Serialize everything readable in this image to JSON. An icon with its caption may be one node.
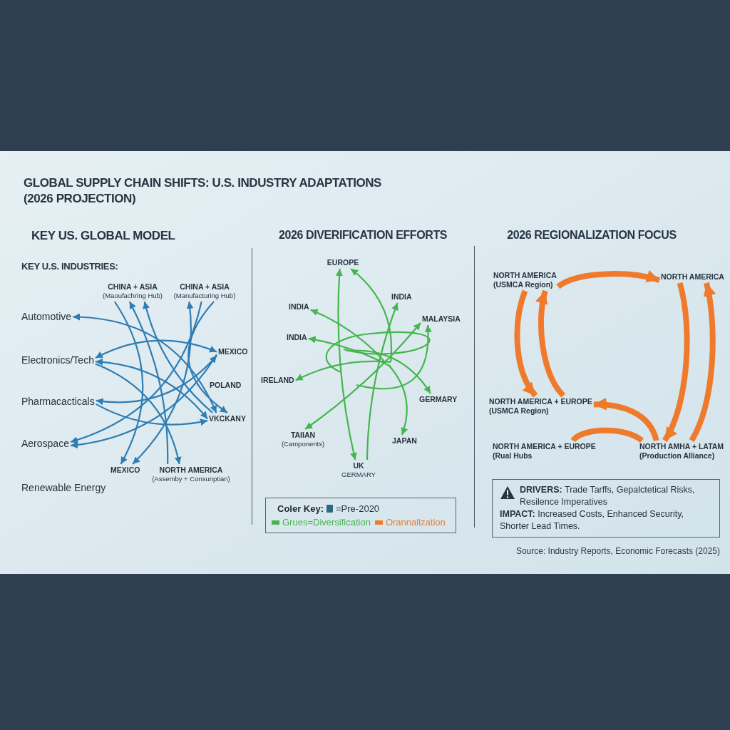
{
  "diagram": {
    "title": "GLOBAL SUPPLY CHAIN SHIFTS: U.S. INDUSTRY ADAPTATIONS (2026 PROJECTION)",
    "nodes": [
      {
        "text": [
          "Automotive"
        ]
      },
      {
        "text": [
          "Electronics/Tech"
        ]
      },
      {
        "text": [
          "Pharmacacticals"
        ]
      },
      {
        "text": [
          "Aerospace"
        ]
      },
      {
        "text": [
          "CHINA + ASIA",
          "(Maoufachring Hub)"
        ]
      },
      {
        "text": [
          "CHINA + ASIA",
          "(Manufacturing Hub)"
        ]
      },
      {
        "text": [
          "MEXICO"
        ]
      },
      {
        "text": [
          "POLAND"
        ]
      },
      {
        "text": [
          "VKCKANY"
        ]
      },
      {
        "text": [
          "MEXICO"
        ]
      },
      {
        "text": [
          "NORTH AMERICA",
          "(Assemby + Consunptian)"
        ]
      },
      {
        "text": [
          "EUROPE"
        ]
      },
      {
        "text": [
          "INDIA"
        ]
      },
      {
        "text": [
          "INDIA"
        ]
      },
      {
        "text": [
          "MALAYSIA"
        ]
      },
      {
        "text": [
          "INDIA"
        ]
      },
      {
        "text": [
          "IRELAND"
        ]
      },
      {
        "text": [
          "GERMARY"
        ]
      },
      {
        "text": [
          "TAIIAN",
          "(Camponents)"
        ]
      },
      {
        "text": [
          "JAPAN"
        ]
      },
      {
        "text": [
          "UK",
          "GERMARY"
        ]
      },
      {
        "text": [
          "NORTH AMERICA",
          "(USMCA Region)"
        ]
      },
      {
        "text": [
          "NORTH AMERICA"
        ]
      },
      {
        "text": [
          "NORTH AMERICA + EUROPE",
          "(USMCA Region)"
        ]
      },
      {
        "text": [
          "NORTH AMERICA + EUROPE",
          "(Rual Hubs"
        ]
      },
      {
        "text": [
          "NORTH AMHA + LATAM",
          "(Production Alliance)"
        ]
      },
      {
        "text": [
          "**DRIVERS:** Trade Tarffs, Gepalctetical Risks, Resilence Imperatives",
          "**IMPACT:** Increased Costs, Enhanced Security, Shorter Lead Times."
        ]
      }
    ],
    "edges": [
      {
        "from": 8,
        "to": 0,
        "arrow": "both"
      },
      {
        "from": 1,
        "to": 8,
        "arrow": "both"
      },
      {
        "from": 1,
        "to": 10,
        "arrow": "to"
      },
      {
        "from": 6,
        "to": 1,
        "arrow": "both"
      },
      {
        "from": 6,
        "to": 2,
        "arrow": "both"
      },
      {
        "from": 5,
        "to": 3,
        "arrow": "to"
      },
      {
        "from": 6,
        "to": 3,
        "arrow": "to"
      },
      {
        "from": 10,
        "to": 4,
        "arrow": "to"
      },
      {
        "from": 8,
        "to": 4,
        "arrow": "to"
      },
      {
        "from": 5,
        "to": 9,
        "arrow": "both"
      },
      {
        "from": 4,
        "to": 9,
        "arrow": "to"
      },
      {
        "from": 5,
        "to": 8,
        "arrow": "to"
      },
      {
        "from": 2,
        "to": 8,
        "arrow": "to"
      },
      {
        "from": 11,
        "to": 20,
        "arrow": "both",
        "color": "#45b54e"
      },
      {
        "from": null,
        "to": 11,
        "arrow": "to",
        "color": "#45b54e"
      },
      {
        "from": 20,
        "to": 12,
        "arrow": "to",
        "color": "#45b54e"
      },
      {
        "from": null,
        "to": 13,
        "arrow": "to",
        "color": "#45b54e"
      },
      {
        "from": null,
        "to": 15,
        "arrow": "to",
        "color": "#45b54e"
      },
      {
        "from": 14,
        "to": 18,
        "arrow": "both",
        "color": "#45b54e"
      },
      {
        "from": null,
        "to": 14,
        "arrow": "to",
        "color": "#45b54e"
      },
      {
        "from": null,
        "to": 16,
        "arrow": "to",
        "color": "#45b54e"
      },
      {
        "from": null,
        "to": 17,
        "arrow": "to",
        "color": "#45b54e"
      },
      {
        "from": null,
        "to": 19,
        "arrow": "to",
        "color": "#45b54e"
      },
      {
        "from": 21,
        "to": 22,
        "arrow": "to",
        "style": "thick",
        "color": "#f07a2c"
      },
      {
        "from": 21,
        "to": 23,
        "arrow": "to",
        "style": "thick",
        "color": "#f07a2c"
      },
      {
        "from": 23,
        "to": 21,
        "arrow": "to",
        "style": "thick",
        "color": "#f07a2c"
      },
      {
        "from": 22,
        "to": 25,
        "arrow": "to",
        "style": "thick",
        "color": "#f07a2c"
      },
      {
        "from": 25,
        "to": 22,
        "arrow": "to",
        "style": "thick",
        "color": "#f07a2c"
      },
      {
        "from": 25,
        "to": 23,
        "arrow": "to",
        "style": "thick",
        "color": "#f07a2c"
      },
      {
        "from": 24,
        "to": 25,
        "arrow": "none",
        "style": "thick",
        "color": "#f07a2c"
      }
    ],
    "labels": [
      "KEY US. GLOBAL MODEL",
      "2026 DIVERIFICATION EFFORTS",
      "2026 REGIONALIZATION FOCUS",
      "KEY U.S. INDUSTRIES:",
      "Renewable Energy",
      "Coler Key:",
      "Source: Industry Reports, Economic Forecasts (2025)"
    ],
    "legend": [
      {
        "text": "=Pre-2020",
        "color": "#2c6a82"
      },
      {
        "text": "Grues=Diversification",
        "color": "#45b54e"
      },
      {
        "text": "Orannallzation",
        "color": "#f07a2c"
      }
    ]
  }
}
